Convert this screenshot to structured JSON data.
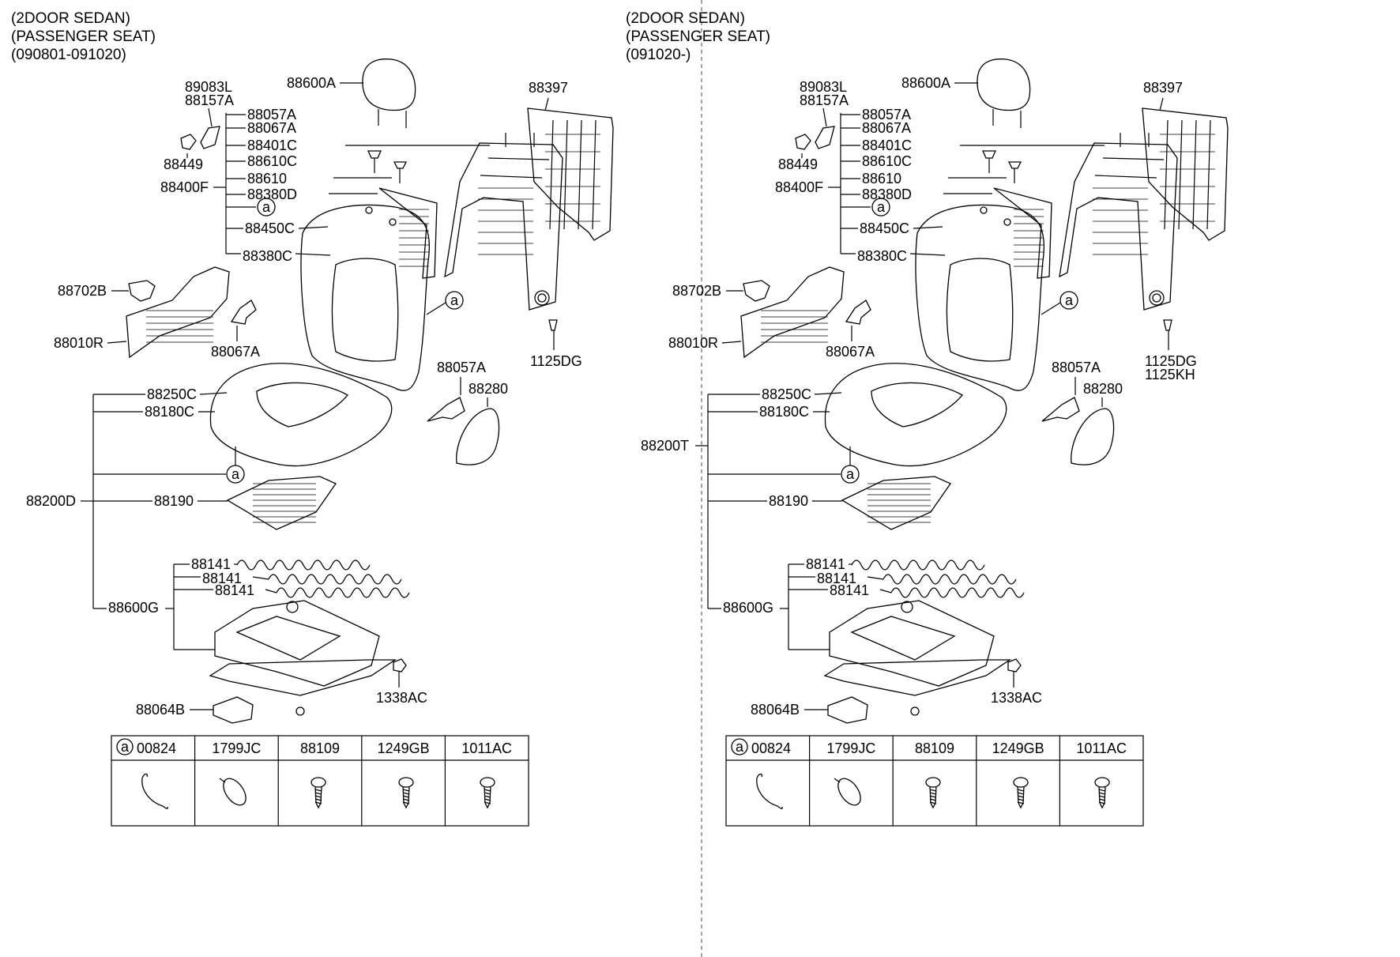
{
  "panels": [
    {
      "header": [
        "(2DOOR SEDAN)",
        "(PASSENGER SEAT)",
        "(090801-091020)"
      ],
      "labels": {
        "headrest": "88600A",
        "back_frame": "88397",
        "switch_upper": "89083L",
        "switch_lower": "88157A",
        "knob": "88449",
        "back_assy": "88400F",
        "b1": "88057A",
        "b2": "88067A",
        "b3": "88401C",
        "b4": "88610C",
        "b5": "88610",
        "b6": "88380D",
        "b7": "a",
        "b8": "88450C",
        "b9": "88380C",
        "side_knob": "88702B",
        "side_cover": "88010R",
        "bracket_a": "88067A",
        "bracket_b": "88057A",
        "cover_plate": "88280",
        "recliner_bolt": [
          "1125DG"
        ],
        "callout_a": "a",
        "cushion_assy": "88200D",
        "c1": "88250C",
        "c2": "88180C",
        "c3": "a",
        "c4": "88190",
        "spring_assy": "88600G",
        "s1": "88141",
        "s2": "88141",
        "s3": "88141",
        "nut": "1338AC",
        "slide_part": "88064B"
      },
      "table": [
        {
          "code": "00824",
          "marker": "a"
        },
        {
          "code": "1799JC"
        },
        {
          "code": "88109"
        },
        {
          "code": "1249GB"
        },
        {
          "code": "1011AC"
        }
      ]
    },
    {
      "header": [
        "(2DOOR SEDAN)",
        "(PASSENGER SEAT)",
        "(091020-)"
      ],
      "labels": {
        "headrest": "88600A",
        "back_frame": "88397",
        "switch_upper": "89083L",
        "switch_lower": "88157A",
        "knob": "88449",
        "back_assy": "88400F",
        "b1": "88057A",
        "b2": "88067A",
        "b3": "88401C",
        "b4": "88610C",
        "b5": "88610",
        "b6": "88380D",
        "b7": "a",
        "b8": "88450C",
        "b9": "88380C",
        "side_knob": "88702B",
        "side_cover": "88010R",
        "bracket_a": "88067A",
        "bracket_b": "88057A",
        "cover_plate": "88280",
        "recliner_bolt": [
          "1125DG",
          "1125KH"
        ],
        "callout_a": "a",
        "cushion_assy": "88200T",
        "c1": "88250C",
        "c2": "88180C",
        "c3": "a",
        "c4": "88190",
        "spring_assy": "88600G",
        "s1": "88141",
        "s2": "88141",
        "s3": "88141",
        "nut": "1338AC",
        "slide_part": "88064B"
      },
      "table": [
        {
          "code": "00824",
          "marker": "a"
        },
        {
          "code": "1799JC"
        },
        {
          "code": "88109"
        },
        {
          "code": "1249GB"
        },
        {
          "code": "1011AC"
        }
      ]
    }
  ]
}
